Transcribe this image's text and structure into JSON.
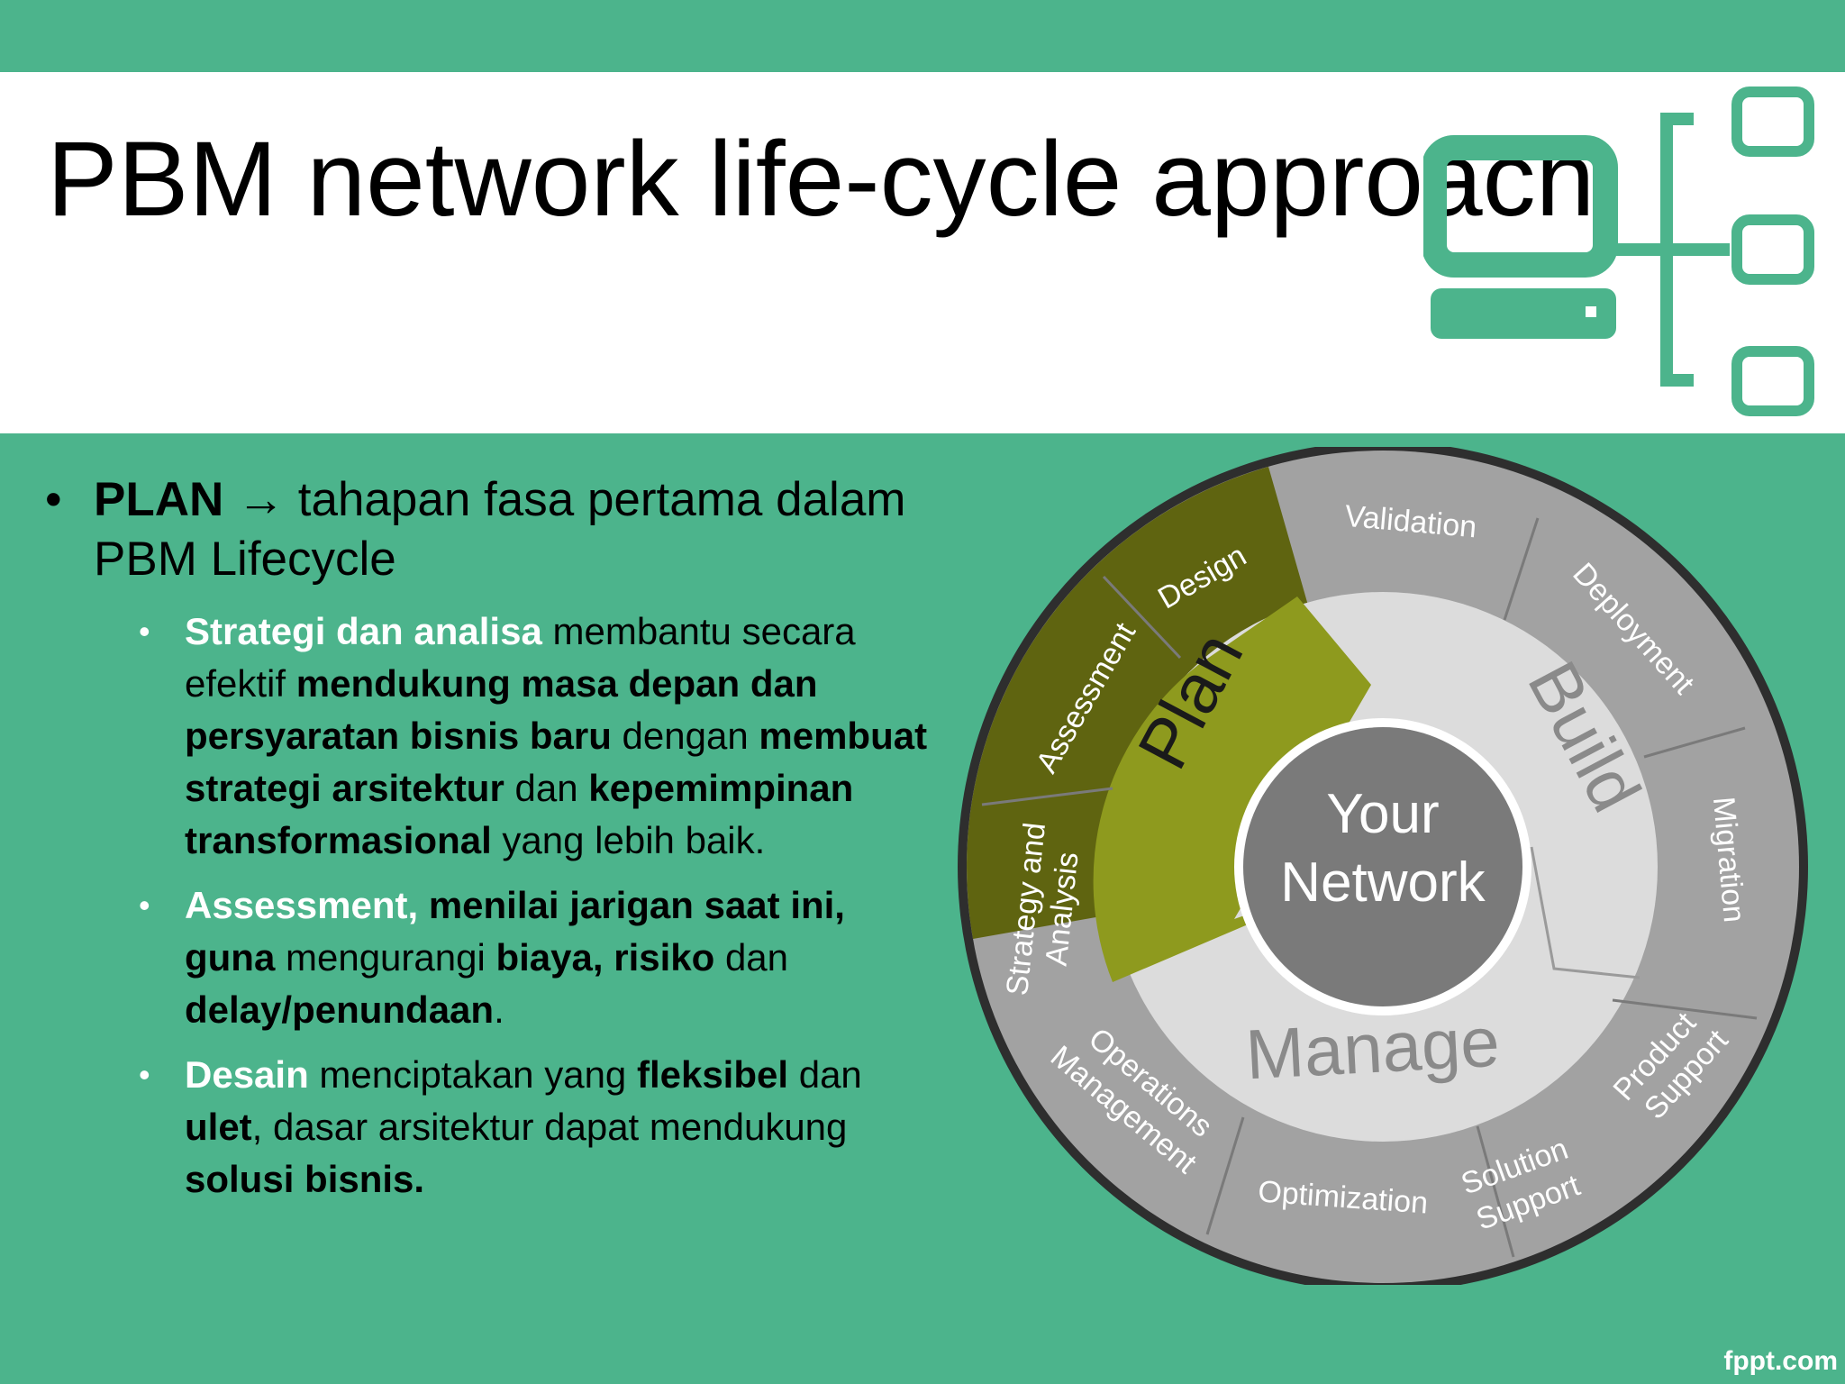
{
  "slide": {
    "title": "PBM network life-cycle approach",
    "footer": "fppt.com"
  },
  "colors": {
    "accent_green": "#4cb48c",
    "plan_olive": "#8e9a1e",
    "plan_dark": "#5f6410",
    "gray_ring": "#a2a2a2"
  },
  "bullets": {
    "main": {
      "title": "PLAN",
      "arrow": "→",
      "text": " tahapan fasa pertama dalam PBM Lifecycle"
    },
    "sub1": {
      "p1": "Strategi dan analisa",
      "p2": " membantu secara efektif ",
      "p3": "mendukung masa depan dan persyaratan bisnis baru",
      "p4": " dengan ",
      "p5": "membuat strategi arsitektur",
      "p6": " dan ",
      "p7": "kepemimpinan transformasional",
      "p8": " yang lebih baik."
    },
    "sub2": {
      "p1": "Assessment,",
      "p2": " ",
      "p3": "menilai jarigan saat ini, guna",
      "p4": " mengurangi ",
      "p5": "biaya, risiko",
      "p6": " dan ",
      "p7": "delay/penundaan",
      "p8": "."
    },
    "sub3": {
      "p1": "Desain",
      "p2": " menciptakan yang ",
      "p3": "fleksibel",
      "p4": " dan ",
      "p5": "ulet",
      "p6": ", dasar arsitektur dapat mendukung ",
      "p7": "solusi bisnis."
    }
  },
  "diagram": {
    "center_line1": "Your",
    "center_line2": "Network",
    "phases": {
      "plan": "Plan",
      "build": "Build",
      "manage": "Manage"
    },
    "outer": {
      "strategy1": "Strategy and",
      "strategy2": "Analysis",
      "assessment": "Assessment",
      "design": "Design",
      "validation": "Validation",
      "deployment": "Deployment",
      "migration": "Migration",
      "product1": "Product",
      "product2": "Support",
      "solution1": "Solution",
      "solution2": "Support",
      "optimization": "Optimization",
      "operations1": "Operations",
      "operations2": "Management"
    }
  }
}
